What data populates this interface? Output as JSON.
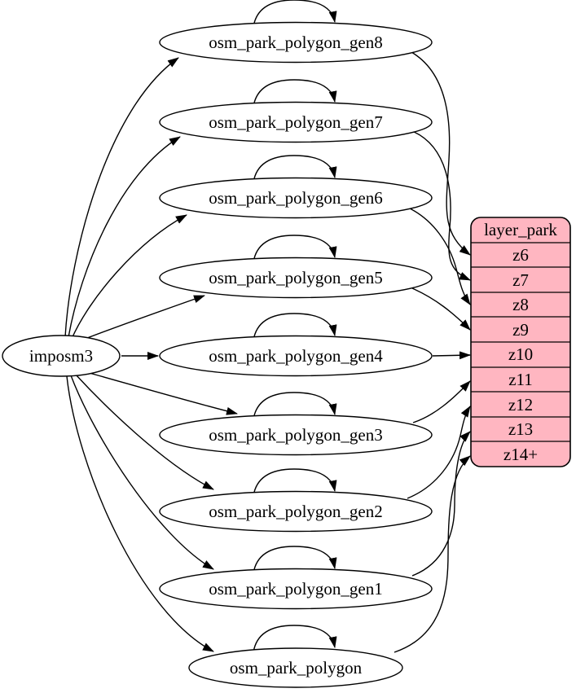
{
  "graph": {
    "source": {
      "label": "imposm3"
    },
    "tables": [
      {
        "label": "osm_park_polygon_gen8",
        "maps_to": "z6"
      },
      {
        "label": "osm_park_polygon_gen7",
        "maps_to": "z7"
      },
      {
        "label": "osm_park_polygon_gen6",
        "maps_to": "z8"
      },
      {
        "label": "osm_park_polygon_gen5",
        "maps_to": "z9"
      },
      {
        "label": "osm_park_polygon_gen4",
        "maps_to": "z10"
      },
      {
        "label": "osm_park_polygon_gen3",
        "maps_to": "z11"
      },
      {
        "label": "osm_park_polygon_gen2",
        "maps_to": "z12"
      },
      {
        "label": "osm_park_polygon_gen1",
        "maps_to": "z13"
      },
      {
        "label": "osm_park_polygon",
        "maps_to": "z14+"
      }
    ],
    "layer": {
      "title": "layer_park",
      "rows": [
        "z6",
        "z7",
        "z8",
        "z9",
        "z10",
        "z11",
        "z12",
        "z13",
        "z14+"
      ]
    },
    "colors": {
      "layer_fill": "#ffb6c1",
      "node_fill": "#ffffff",
      "stroke": "#000000",
      "background": "#ffffff"
    }
  }
}
